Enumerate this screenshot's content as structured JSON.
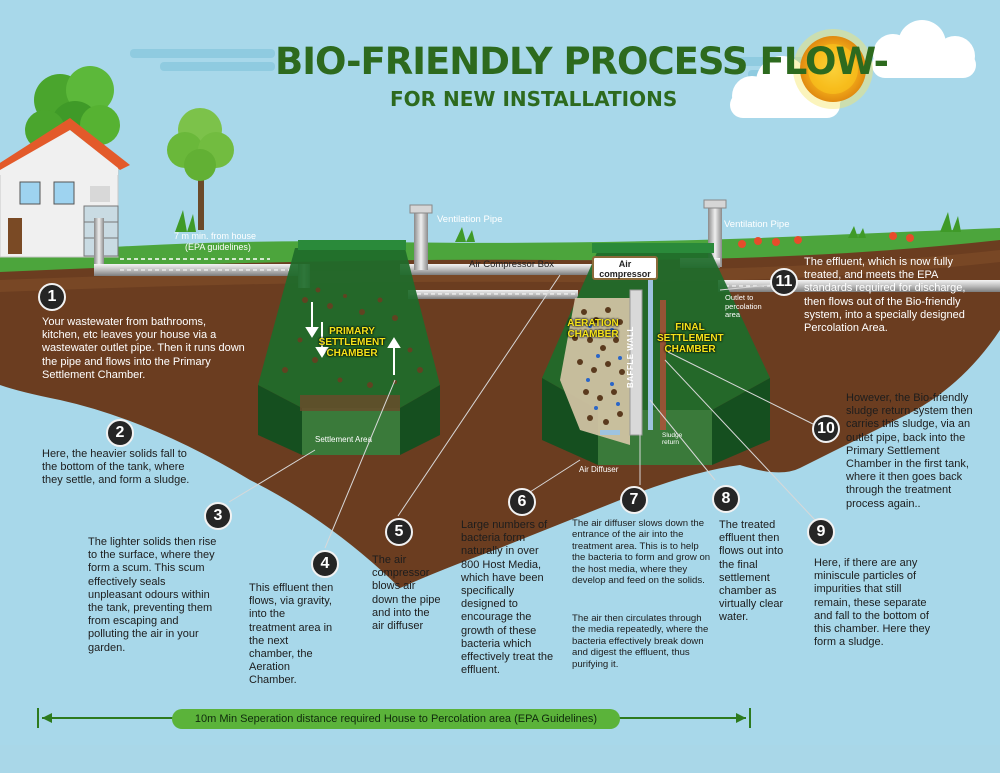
{
  "title": "BIO-FRIENDLY PROCESS FLOW-",
  "subtitle": "FOR NEW INSTALLATIONS",
  "labels": {
    "ventilation_pipe_1": "Ventilation Pipe",
    "ventilation_pipe_2": "Ventilation Pipe",
    "distance_line1": "7 m min. from house",
    "distance_line2": "(EPA guidelines)",
    "air_compressor_box": "Air Compressor Box",
    "air_compressor_line1": "Air",
    "air_compressor_line2": "compressor",
    "outlet_line1": "Outlet to",
    "outlet_line2": "percolation",
    "outlet_line3": "area",
    "primary_chamber_1": "PRIMARY",
    "primary_chamber_2": "SETTLEMENT",
    "primary_chamber_3": "CHAMBER",
    "aeration_chamber_1": "AERATION",
    "aeration_chamber_2": "CHAMBER",
    "final_chamber_1": "FINAL",
    "final_chamber_2": "SETTLEMENT",
    "final_chamber_3": "CHAMBER",
    "baffle_wall": "BAFFLE WALL",
    "settlement_area": "Settlement Area",
    "air_diffuser": "Air Diffuser",
    "sludge_return_1": "Sludge",
    "sludge_return_2": "return",
    "separation_bar": "10m Min Seperation distance required House to Percolation area (EPA Guidelines)"
  },
  "steps": [
    {
      "num": "1",
      "text": "Your wastewater from bathrooms, kitchen, etc leaves your house via a wastewater outlet pipe. Then it runs down the pipe and flows into the Primary Settlement Chamber."
    },
    {
      "num": "2",
      "text": "Here, the heavier solids fall to the bottom of the tank, where they settle, and form a sludge."
    },
    {
      "num": "3",
      "text": "The lighter solids then rise to the surface, where they form a scum.  This scum effectively seals unpleasant odours within the tank, preventing them  from escaping and polluting the air in your garden."
    },
    {
      "num": "4",
      "text": "This effluent then flows, via gravity, into the treatment area in the next chamber, the Aeration Chamber."
    },
    {
      "num": "5",
      "text": "The air compressor blows air down the pipe and into the air diffuser"
    },
    {
      "num": "6",
      "text": "Large numbers of bacteria form naturally  in over 800 Host Media, which have been specifically designed to encourage the growth of these bacteria  which effectively treat the effluent."
    },
    {
      "num": "7",
      "text": "The air diffuser slows down the entrance of the air into the treatment area. This is to help the bacteria to form and grow on the host media, where they develop and feed on the solids.",
      "text2": "The air then circulates through the media repeatedly, where the bacteria effectively break down and digest the effluent, thus purifying it."
    },
    {
      "num": "8",
      "text": "The treated effluent then flows out into the final settlement chamber as virtually clear water."
    },
    {
      "num": "9",
      "text": "Here, if there are any miniscule particles of impurities that still remain, these separate and fall to the bottom of this chamber. Here they form a sludge."
    },
    {
      "num": "10",
      "text": "However, the Bio-friendly sludge return system then carries this sludge, via an outlet pipe, back into the Primary Settlement Chamber in the first tank, where it then goes back through the treatment process again.."
    },
    {
      "num": "11",
      "text": "The effluent, which is now fully treated, and meets the EPA standards required for discharge, then flows out of the Bio-friendly system, into a specially designed Percolation Area."
    }
  ]
}
